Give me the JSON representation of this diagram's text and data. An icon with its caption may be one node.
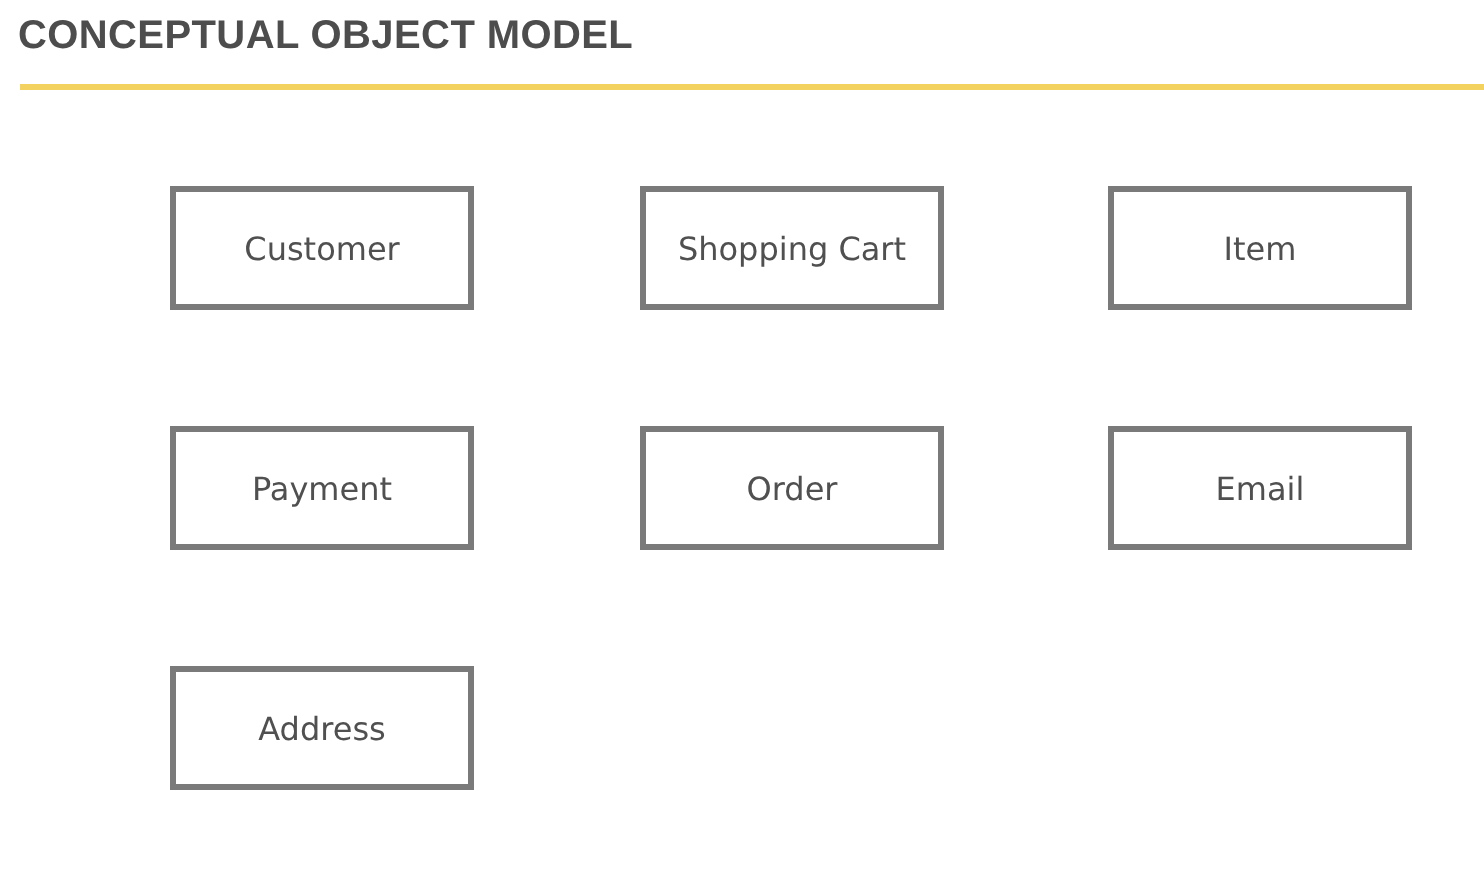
{
  "diagram": {
    "title": "CONCEPTUAL OBJECT MODEL",
    "nodes": [
      {
        "text": [
          "Customer"
        ]
      },
      {
        "text": [
          "Shopping Cart"
        ]
      },
      {
        "text": [
          "Item"
        ]
      },
      {
        "text": [
          "Payment"
        ]
      },
      {
        "text": [
          "Order"
        ]
      },
      {
        "text": [
          "Email"
        ]
      },
      {
        "text": [
          "Address"
        ]
      }
    ]
  }
}
